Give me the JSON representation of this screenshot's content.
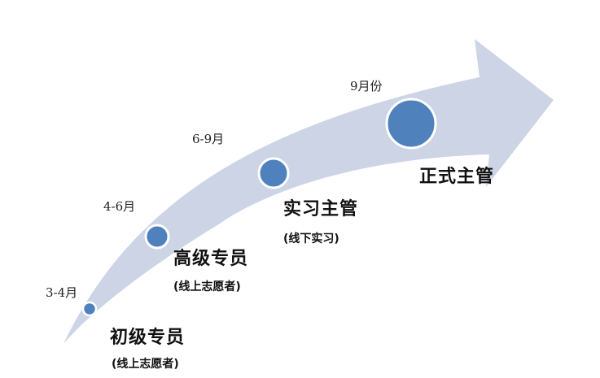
{
  "colors": {
    "arrow": "#ccd4e5",
    "node_fill": "#4f81bd",
    "node_stroke": "#ffffff",
    "text": "#111111"
  },
  "stages": [
    {
      "period": "3-4月",
      "title": "初级专员",
      "subtitle": "(线上志愿者)"
    },
    {
      "period": "4-6月",
      "title": "高级专员",
      "subtitle": "(线上志愿者)"
    },
    {
      "period": "6-9月",
      "title": "实习主管",
      "subtitle": "(线下实习)"
    },
    {
      "period": "9月份",
      "title": "正式主管",
      "subtitle": ""
    }
  ]
}
